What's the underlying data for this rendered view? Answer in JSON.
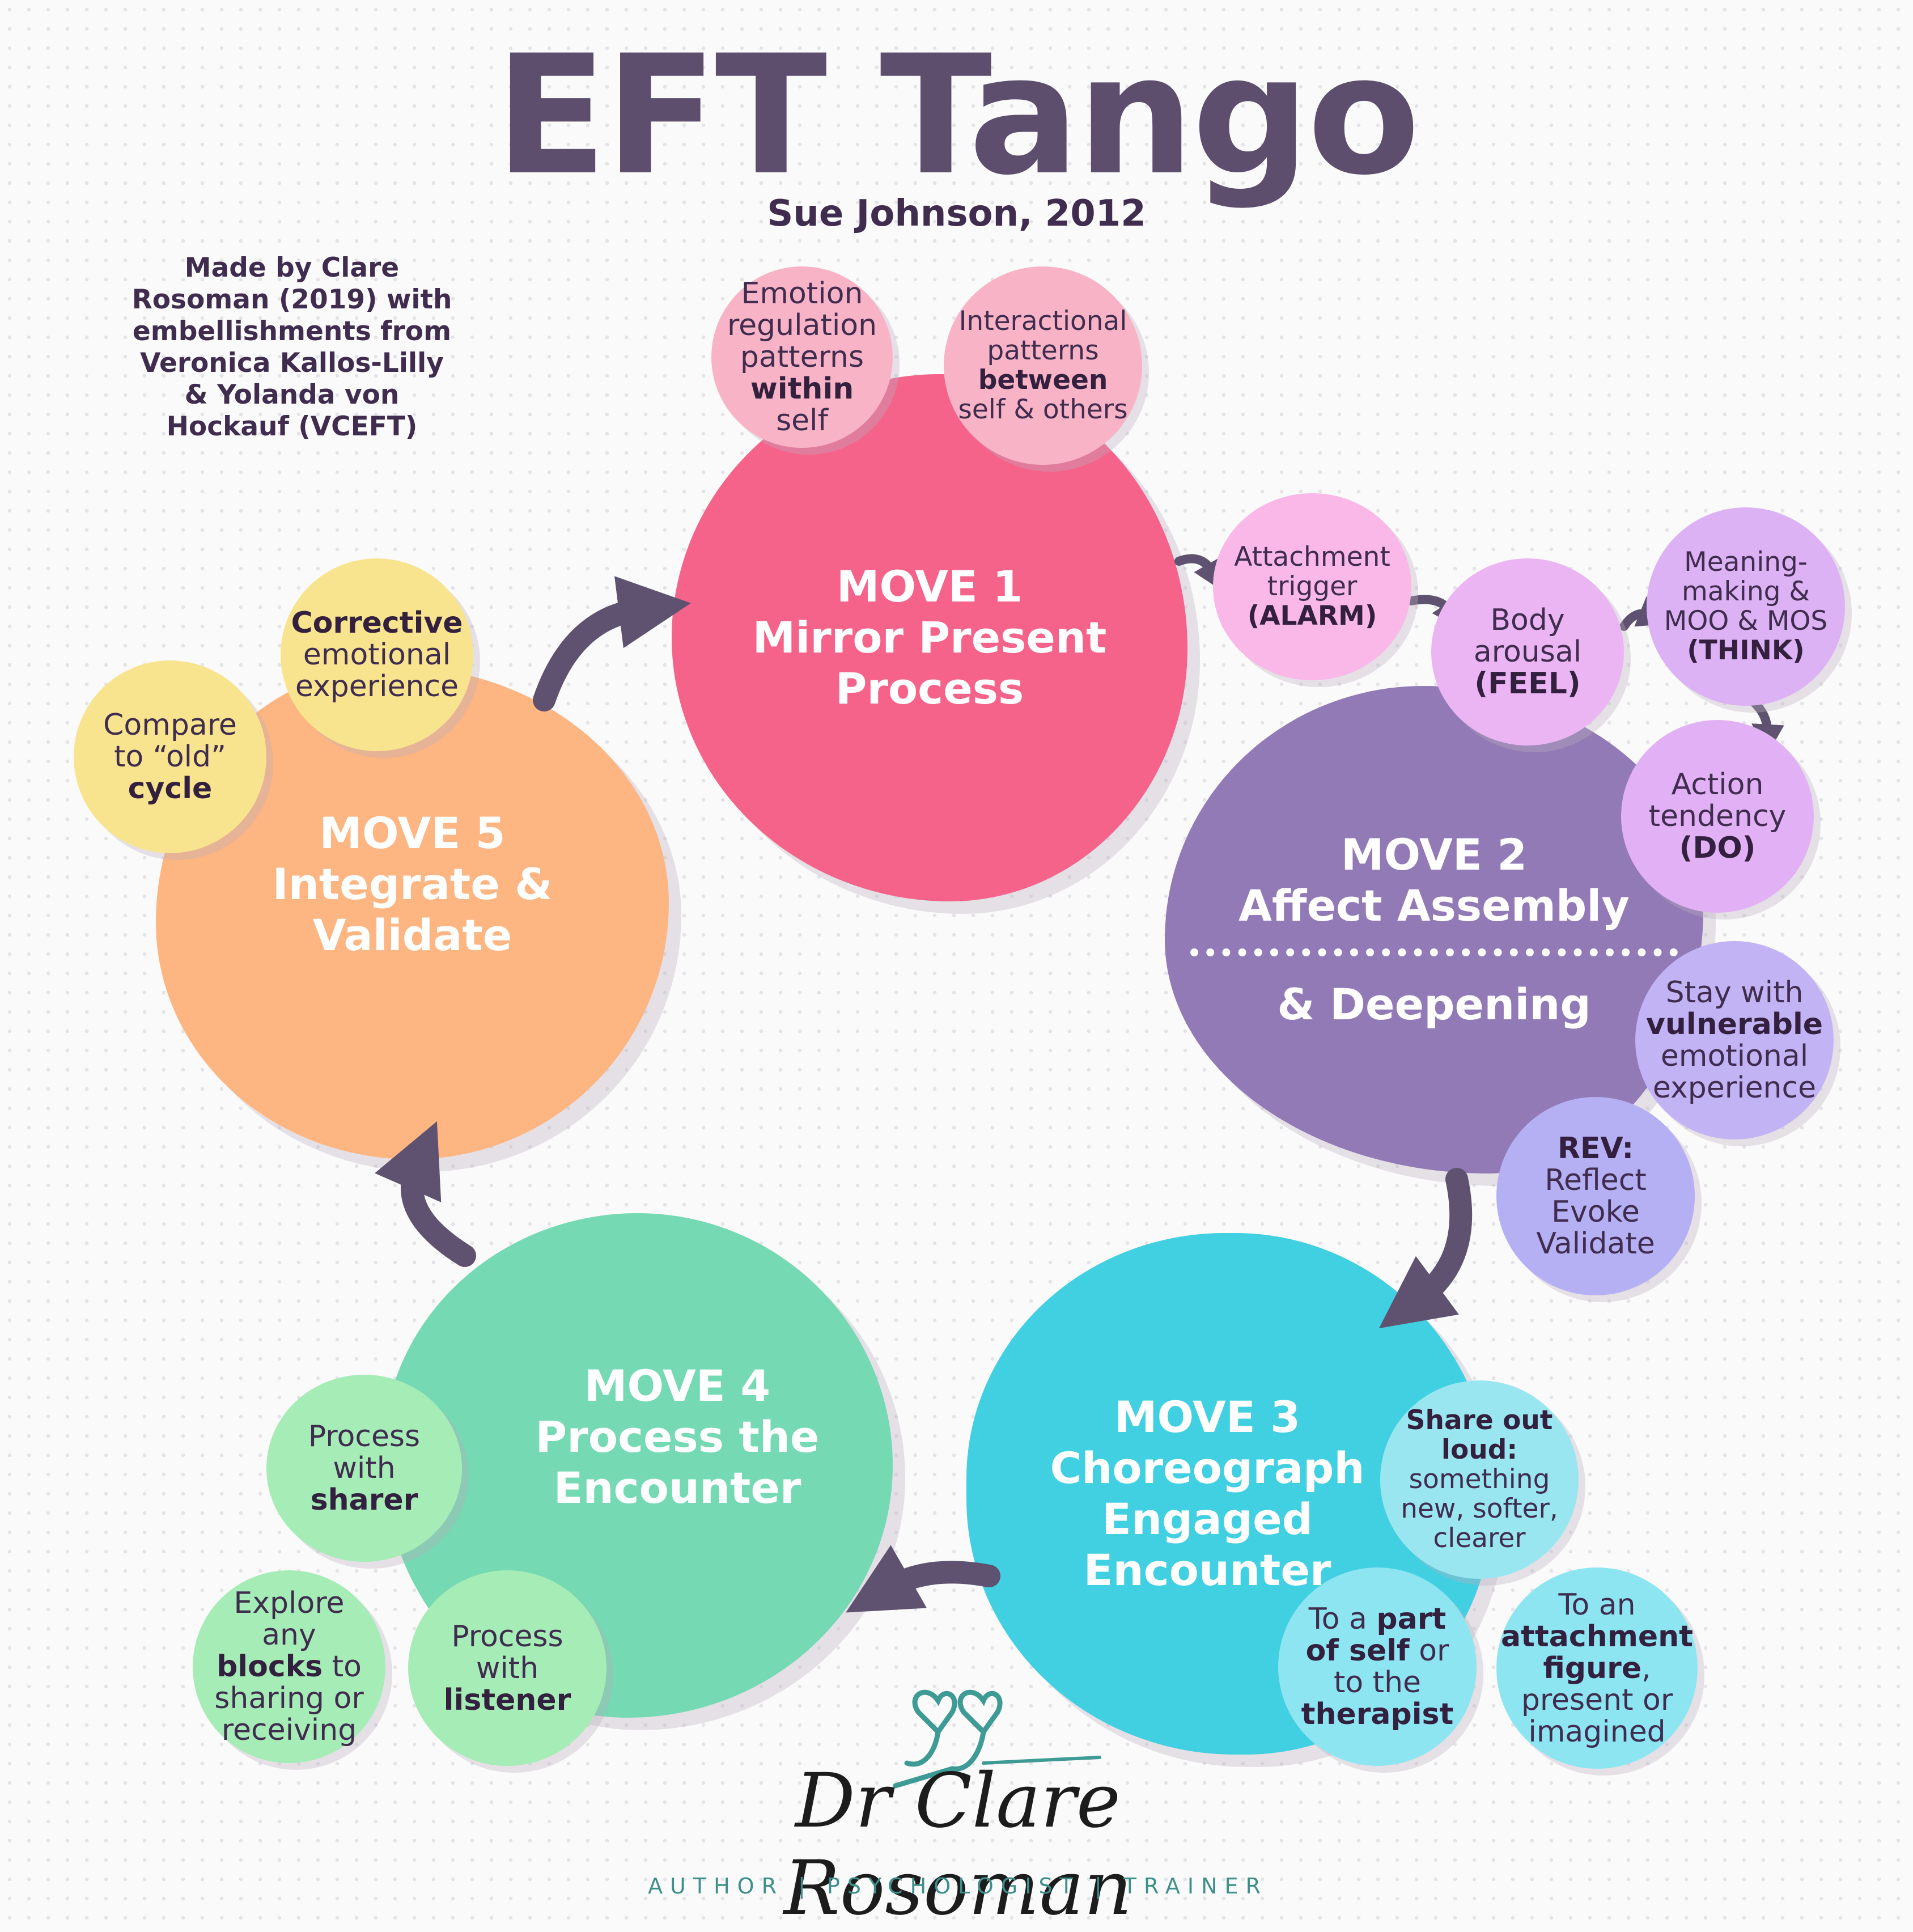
{
  "title": "EFT Tango",
  "subtitle": "Sue Johnson, 2012",
  "credit": "Made by Clare Rosoman (2019) with embellishments from Veronica Kallos-Lilly & Yolanda von Hockauf (VCEFT)",
  "colors": {
    "move1": "#f5638a",
    "move2": "#927ab6",
    "move3": "#41cfe2",
    "move4": "#75d9b3",
    "move5": "#fdb582",
    "arrow": "#5e5270",
    "title": "#5d4e6d",
    "tagline": "#3e8f8a"
  },
  "move1": {
    "num": "MOVE 1",
    "l1": "Mirror Present",
    "l2": "Process"
  },
  "move2": {
    "num": "MOVE 2",
    "l1": "Affect Assembly",
    "l2": "& Deepening"
  },
  "move3": {
    "num": "MOVE 3",
    "l1": "Choreograph",
    "l2": "Engaged",
    "l3": "Encounter"
  },
  "move4": {
    "num": "MOVE 4",
    "l1": "Process the",
    "l2": "Encounter"
  },
  "move5": {
    "num": "MOVE 5",
    "l1": "Integrate &",
    "l2": "Validate"
  },
  "bubbles": {
    "emotion_reg": {
      "a": "Emotion regulation patterns ",
      "b": "within",
      "c": " self"
    },
    "interactional": {
      "a": "Interactional patterns ",
      "b": "between",
      "c": " self & others"
    },
    "attachment_trigger": {
      "a": "Attachment trigger ",
      "b": "(ALARM)"
    },
    "body_arousal": {
      "a": "Body arousal ",
      "b": "(FEEL)"
    },
    "meaning_making": {
      "a": "Meaning-making & MOO & MOS ",
      "b": "(THINK)"
    },
    "action_tendency": {
      "a": "Action tendency ",
      "b": "(DO)"
    },
    "stay_with": {
      "a": "Stay with ",
      "b": "vulnerable",
      "c": " emotional experience"
    },
    "rev": {
      "a": "REV:",
      "b": " Reflect Evoke Validate"
    },
    "share_out": {
      "a": "Share out loud:",
      "b": " something new, softer, clearer"
    },
    "to_part": {
      "a": "To a ",
      "b": "part of self",
      "c": " or to the ",
      "d": "therapist"
    },
    "to_attachment": {
      "a": "To an ",
      "b": "attachment figure",
      "c": ", present or imagined"
    },
    "process_sharer": {
      "a": "Process with ",
      "b": "sharer"
    },
    "process_listener": {
      "a": "Process with ",
      "b": "listener"
    },
    "explore_blocks": {
      "a": "Explore any ",
      "b": "blocks",
      "c": " to sharing or receiving"
    },
    "corrective": {
      "a": "Corrective",
      "b": " emotional experience"
    },
    "compare": {
      "a": "Compare to “old” ",
      "b": "cycle"
    }
  },
  "logo": {
    "name": "Dr Clare Rosoman",
    "tagline": "AUTHOR | PSYCHOLOGIST | TRAINER"
  }
}
